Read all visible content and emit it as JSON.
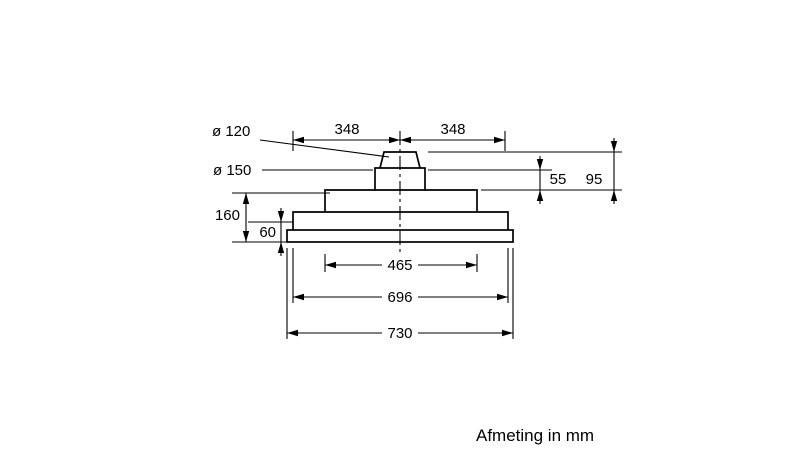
{
  "caption": "Afmeting in mm",
  "diagram": {
    "type": "technical-drawing",
    "subject": "canopy cooker hood front elevation with dimensions",
    "units": "mm",
    "labels": {
      "duct_small": "ø 120",
      "duct_large": "ø 150",
      "top_width_left": "348",
      "top_width_right": "348",
      "height_right_outer": "95",
      "height_right_inner": "55",
      "height_left_outer": "160",
      "height_left_inner": "60",
      "width_inner": "465",
      "width_body": "696",
      "width_total": "730"
    }
  }
}
